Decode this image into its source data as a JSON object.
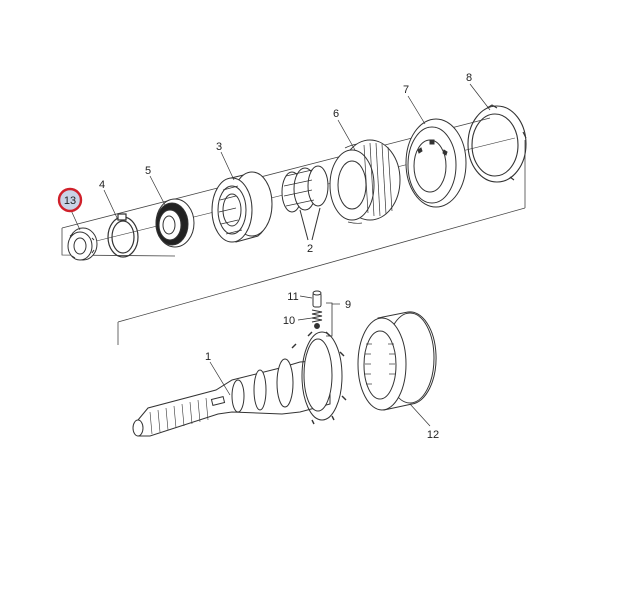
{
  "callouts": [
    {
      "id": "part-1",
      "label": "1"
    },
    {
      "id": "part-2",
      "label": "2"
    },
    {
      "id": "part-3",
      "label": "3"
    },
    {
      "id": "part-4",
      "label": "4"
    },
    {
      "id": "part-5",
      "label": "5"
    },
    {
      "id": "part-6",
      "label": "6"
    },
    {
      "id": "part-7",
      "label": "7"
    },
    {
      "id": "part-8",
      "label": "8"
    },
    {
      "id": "part-9",
      "label": "9"
    },
    {
      "id": "part-10",
      "label": "10"
    },
    {
      "id": "part-11",
      "label": "11"
    },
    {
      "id": "part-12",
      "label": "12"
    },
    {
      "id": "part-13",
      "label": "13"
    }
  ],
  "highlighted_callout": "13",
  "colors": {
    "line": "#333333",
    "highlight_ring": "#d0202a",
    "highlight_fill": "#c9d3e6",
    "background": "#ffffff"
  }
}
